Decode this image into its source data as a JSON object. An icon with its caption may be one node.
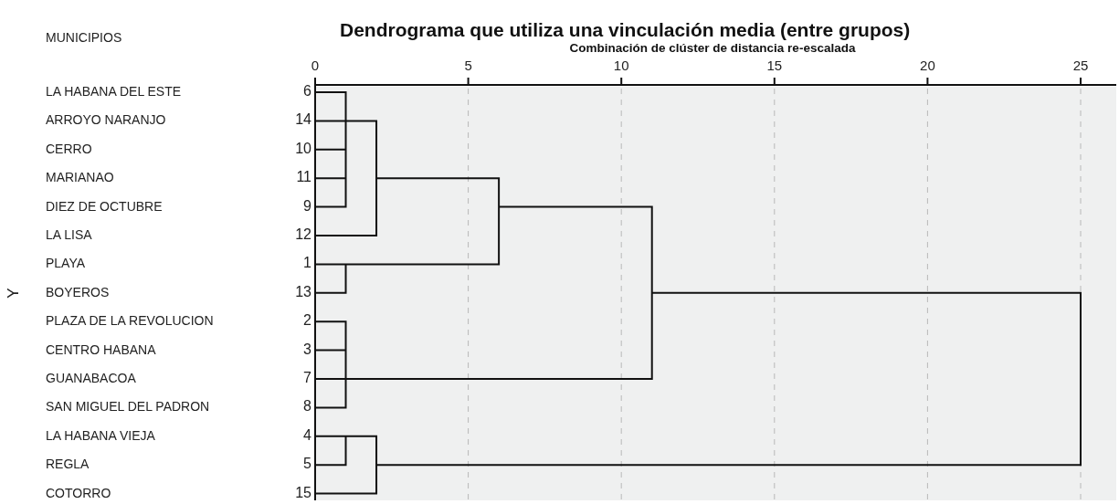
{
  "diagram": {
    "title": "Dendrograma que utiliza una vinculación media (entre grupos)",
    "labels": [
      "MUNICIPIOS",
      "Combinación de clúster de distancia re-escalada",
      "0",
      "5",
      "10",
      "15",
      "20",
      "25",
      "LA HABANA DEL ESTE",
      "6",
      "ARROYO NARANJO",
      "14",
      "CERRO",
      "10",
      "MARIANAO",
      "11",
      "DIEZ DE OCTUBRE",
      "9",
      "LA LISA",
      "12",
      "PLAYA",
      "1",
      "Y",
      "BOYEROS",
      "13",
      "PLAZA DE LA REVOLUCION",
      "2",
      "CENTRO HABANA",
      "3",
      "GUANABACOA",
      "7",
      "SAN MIGUEL DEL PADRON",
      "8",
      "LA HABANA VIEJA",
      "4",
      "REGLA",
      "5",
      "COTORRO",
      "15"
    ]
  }
}
